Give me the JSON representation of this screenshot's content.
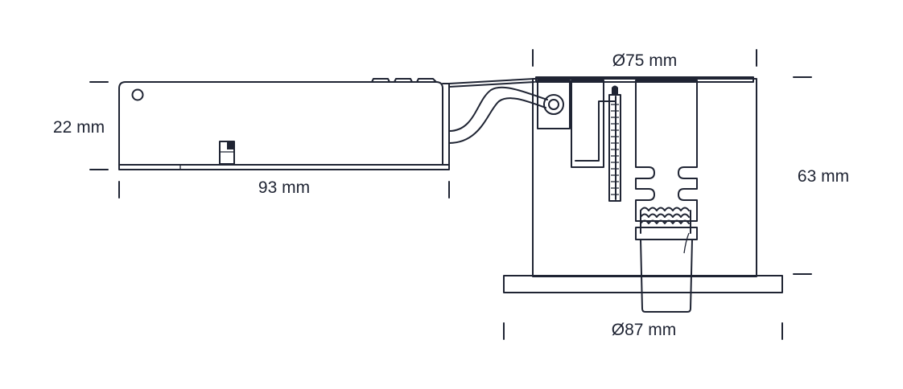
{
  "dimensions": {
    "driver_height": "22 mm",
    "driver_length": "93 mm",
    "top_diameter": "Ø75 mm",
    "fixture_height": "63 mm",
    "flange_diameter": "Ø87 mm"
  },
  "colors": {
    "line": "#1f2433",
    "background": "#ffffff"
  }
}
